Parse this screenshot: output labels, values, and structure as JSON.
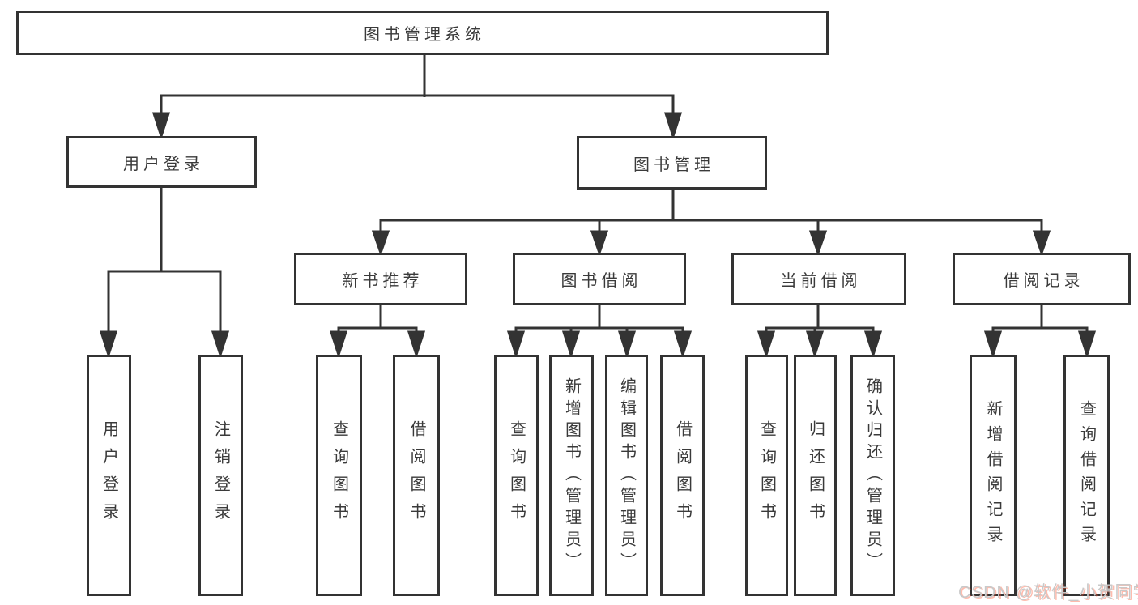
{
  "diagram": {
    "type": "tree",
    "root": {
      "label": "图书管理系统",
      "children": [
        {
          "label": "用户登录",
          "children": [
            {
              "label": "用户登录"
            },
            {
              "label": "注销登录"
            }
          ]
        },
        {
          "label": "图书管理",
          "children": [
            {
              "label": "新书推荐",
              "children": [
                {
                  "label": "查询图书"
                },
                {
                  "label": "借阅图书"
                }
              ]
            },
            {
              "label": "图书借阅",
              "children": [
                {
                  "label": "查询图书"
                },
                {
                  "label": "新增图书（管理员）"
                },
                {
                  "label": "编辑图书（管理员）"
                },
                {
                  "label": "借阅图书"
                }
              ]
            },
            {
              "label": "当前借阅",
              "children": [
                {
                  "label": "查询图书"
                },
                {
                  "label": "归还图书"
                },
                {
                  "label": "确认归还（管理员）"
                }
              ]
            },
            {
              "label": "借阅记录",
              "children": [
                {
                  "label": "新增借阅记录"
                },
                {
                  "label": "查询借阅记录"
                }
              ]
            }
          ]
        }
      ]
    }
  },
  "watermark": {
    "text": "CSDN @软件_小贺同学"
  },
  "colors": {
    "line": "#333333",
    "text": "#3a3a3a",
    "background": "#ffffff",
    "watermark": "#c9c9c9",
    "watermark_accent": "#fc5531"
  }
}
